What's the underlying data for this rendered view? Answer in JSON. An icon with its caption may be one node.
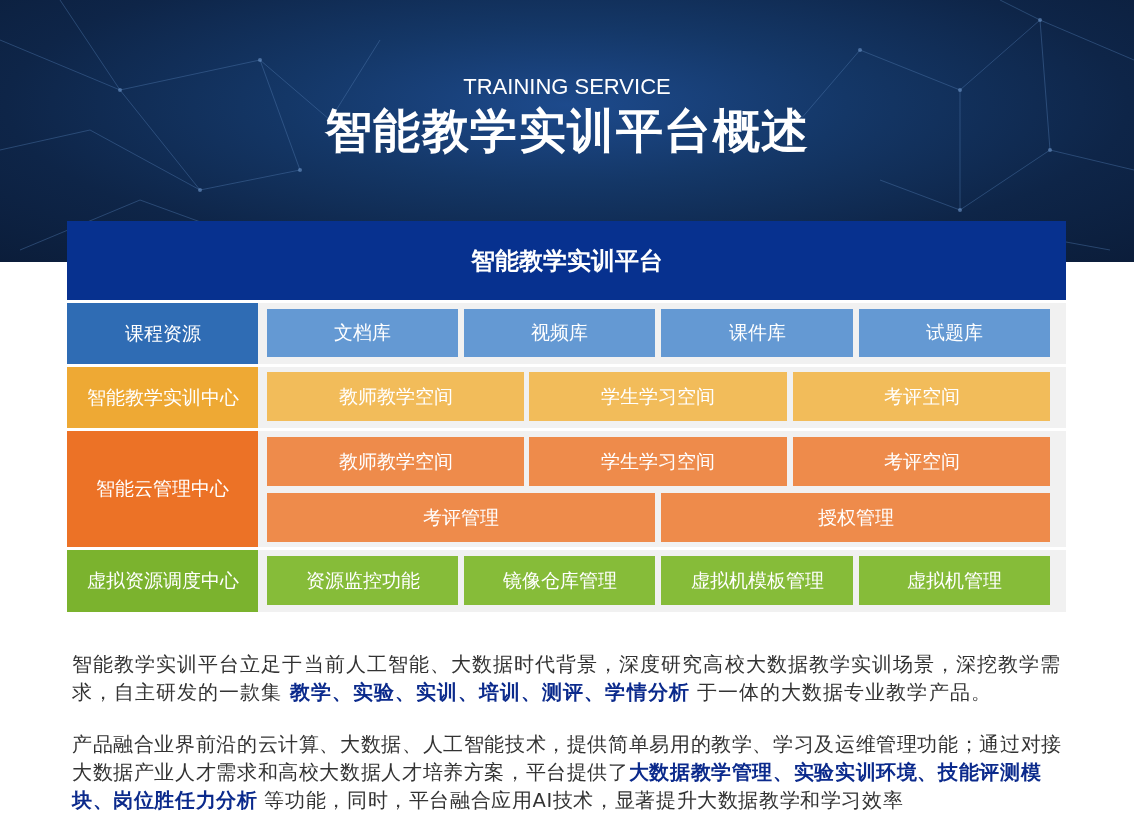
{
  "diagram": {
    "title": "智能教学实训平台概述",
    "nodes": [
      {
        "text": [
          "智能教学实训平台"
        ]
      },
      {
        "text": [
          "课程资源"
        ],
        "in": 0
      },
      {
        "text": [
          "文档库"
        ],
        "in": 0
      },
      {
        "text": [
          "视频库"
        ],
        "in": 0
      },
      {
        "text": [
          "课件库"
        ],
        "in": 0
      },
      {
        "text": [
          "试题库"
        ],
        "in": 0
      },
      {
        "text": [
          "智能教学实训中心"
        ],
        "in": 0
      },
      {
        "text": [
          "教师教学空间"
        ],
        "in": 0
      },
      {
        "text": [
          "学生学习空间"
        ],
        "in": 0
      },
      {
        "text": [
          "考评空间"
        ],
        "in": 0
      },
      {
        "text": [
          "智能云管理中心"
        ],
        "in": 0
      },
      {
        "text": [
          "教师教学空间"
        ],
        "in": 0
      },
      {
        "text": [
          "学生学习空间"
        ],
        "in": 0
      },
      {
        "text": [
          "考评空间"
        ],
        "in": 0
      },
      {
        "text": [
          "考评管理"
        ],
        "in": 0
      },
      {
        "text": [
          "授权管理"
        ],
        "in": 0
      },
      {
        "text": [
          "虚拟资源调度中心"
        ],
        "in": 0
      },
      {
        "text": [
          "资源监控功能"
        ],
        "in": 0
      },
      {
        "text": [
          "镜像仓库管理"
        ],
        "in": 0
      },
      {
        "text": [
          "虚拟机模板管理"
        ],
        "in": 0
      },
      {
        "text": [
          "虚拟机管理"
        ],
        "in": 0
      }
    ],
    "labels": [
      "TRAINING SERVICE",
      "智能教学实训平台立足于当前人工智能、大数据时代背景，深度研究高校大数据教学实训场景，深挖教学需求，自主研发的一款集 **教学、实验、实训、培训、测评、学情分析** 于一体的大数据专业教学产品。",
      "产品融合业界前沿的云计算、大数据、人工智能技术，提供简单易用的教学、学习及运维管理功能；通过对接大数据产业人才需求和高校大数据人才培养方案，平台提供了**大数据教学管理、实验实训环境、技能评测模块、岗位胜任力分析** 等功能，同时，平台融合应用AI技术，显著提升大数据教学和学习效率"
    ]
  }
}
